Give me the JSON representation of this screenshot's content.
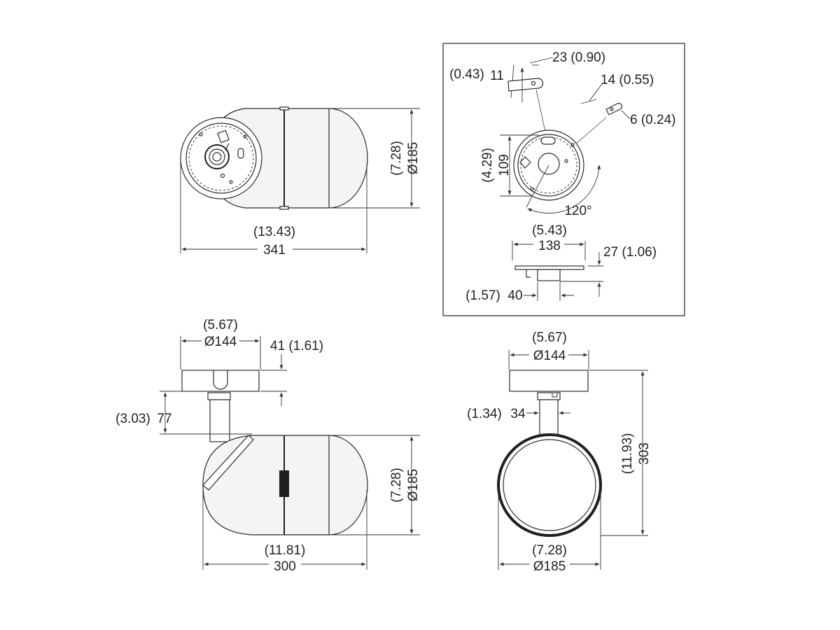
{
  "drawing": {
    "top_view": {
      "width_in": "(13.43)",
      "width_mm": "341",
      "diameter_in": "(7.28)",
      "diameter_mm": "Ø185"
    },
    "mount_detail": {
      "slot_in": "(0.43)",
      "slot_mm": "11",
      "slot_len": "23 (0.90)",
      "hole_len": "14 (0.55)",
      "hole_dia": "6 (0.24)",
      "pcd_in": "(4.29)",
      "pcd_mm": "109",
      "angle": "120°",
      "plate_in": "(5.43)",
      "plate_mm": "138",
      "plate_height": "27 (1.06)",
      "box_in": "(1.57)",
      "box_mm": "40"
    },
    "side_view": {
      "base_in": "(5.67)",
      "base_mm": "Ø144",
      "base_height": "41 (1.61)",
      "stem_in": "(3.03)",
      "stem_mm": "77",
      "diameter_in": "(7.28)",
      "diameter_mm": "Ø185",
      "length_in": "(11.81)",
      "length_mm": "300"
    },
    "front_view": {
      "base_in": "(5.67)",
      "base_mm": "Ø144",
      "stem_in": "(1.34)",
      "stem_mm": "34",
      "height_in": "(11.93)",
      "height_mm": "303",
      "diameter_in": "(7.28)",
      "diameter_mm": "Ø185"
    }
  }
}
